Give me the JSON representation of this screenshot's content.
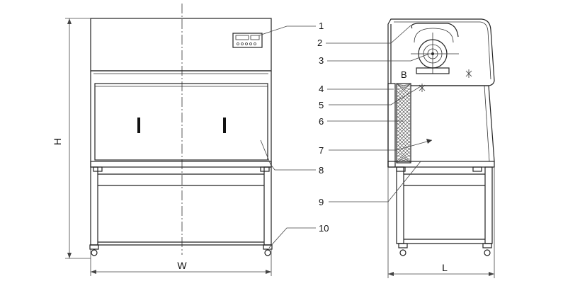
{
  "dimensions": {
    "width_label": "W",
    "height_label": "H",
    "length_label": "L"
  },
  "callouts": [
    "1",
    "2",
    "3",
    "4",
    "5",
    "6",
    "7",
    "8",
    "9",
    "10"
  ],
  "markers": {
    "sash_mark": "B"
  }
}
